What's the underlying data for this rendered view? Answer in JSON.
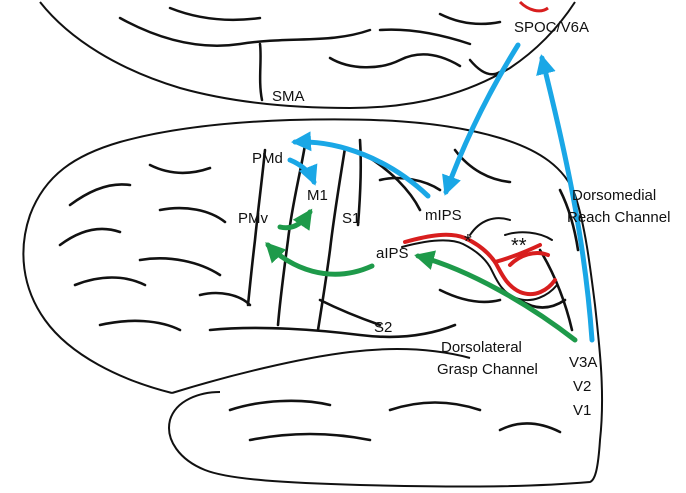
{
  "labels": {
    "spoc": "SPOC/V6A",
    "sma": "SMA",
    "pmd": "PMd",
    "m1": "M1",
    "pmv": "PMv",
    "s1": "S1",
    "mips": "mIPS",
    "aips": "aIPS",
    "s2": "S2",
    "asterisk_single": "*",
    "asterisk_double": "**",
    "dorsomedial_line1": "Dorsomedial",
    "dorsomedial_line2": "Reach Channel",
    "dorsolateral_line1": "Dorsolateral",
    "dorsolateral_line2": "Grasp Channel",
    "v3a": "V3A",
    "v2": "V2",
    "v1": "V1"
  },
  "colors": {
    "reach_arrow": "#1aa7e6",
    "grasp_arrow": "#1e9a4a",
    "sulcus_highlight": "#d81e1e",
    "outline": "#111111"
  }
}
